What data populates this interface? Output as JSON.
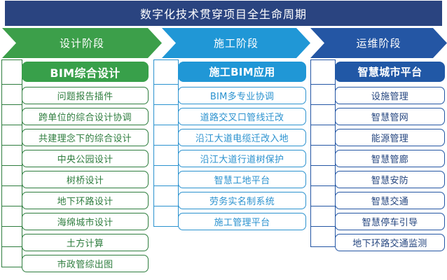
{
  "header": {
    "title": "数字化技术贯穿项目全生命周期",
    "bg_color": "#2a4480",
    "text_color": "#ffffff"
  },
  "phases": [
    {
      "key": "design",
      "label": "设计阶段",
      "color": "#3c9f4a"
    },
    {
      "key": "build",
      "label": "施工阶段",
      "color": "#2097d6"
    },
    {
      "key": "ops",
      "label": "运维阶段",
      "color": "#2456a4"
    }
  ],
  "columns": {
    "design": {
      "accent_color": "#2e7d3e",
      "head_color": "#38a04a",
      "head": "BIM综合设计",
      "items": [
        "问题报告插件",
        "跨单位的综合设计协调",
        "共建理念下的综合设计",
        "中央公园设计",
        "树桥设计",
        "地下环路设计",
        "海绵城市设计",
        "土方计算",
        "市政管综出图"
      ]
    },
    "build": {
      "accent_color": "#2b92cf",
      "head_color": "#2097d6",
      "head": "施工BIM应用",
      "items": [
        "BIM多专业协调",
        "道路交叉口管线迁改",
        "沿江大道电缆迁改入地",
        "沿江大道行道树保护",
        "智慧工地平台",
        "劳务实名制系统",
        "施工管理平台"
      ]
    },
    "ops": {
      "accent_color": "#2456a4",
      "head_color": "#2158a6",
      "head": "智慧城市平台",
      "items": [
        "设施管理",
        "智慧管网",
        "能源管理",
        "智慧管廊",
        "智慧安防",
        "智慧交通",
        "智慧停车引导",
        "地下环路交通监测"
      ]
    }
  }
}
